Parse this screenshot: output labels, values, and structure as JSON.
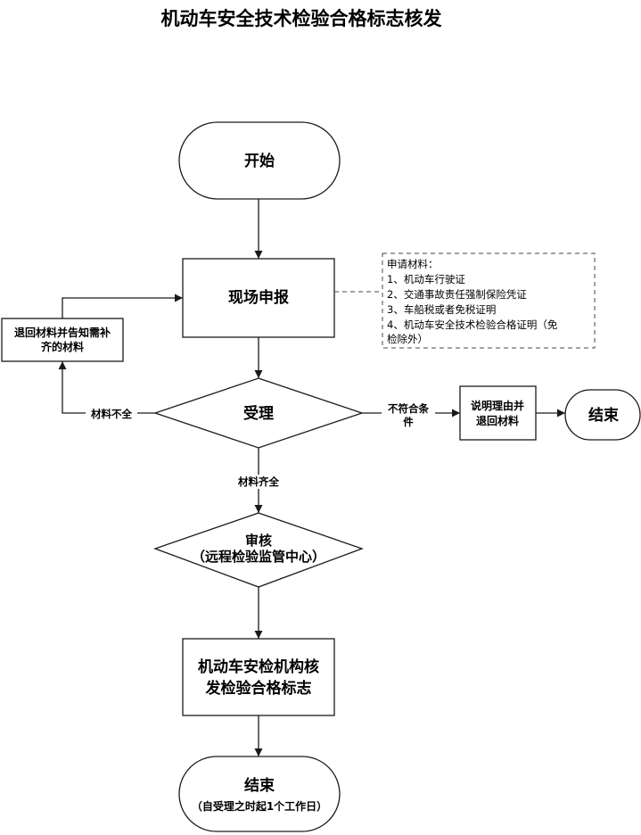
{
  "title": "机动车安全技术检验合格标志核发",
  "nodes": {
    "start": "开始",
    "onsite": "现场申报",
    "return_line1": "退回材料并告知需补",
    "return_line2": "齐的材料",
    "accept": "受理",
    "explain_line1": "说明理由并",
    "explain_line2": "退回材料",
    "end_right": "结束",
    "review_line1": "审核",
    "review_line2": "（远程检验监管中心）",
    "issue_line1": "机动车安检机构核",
    "issue_line2": "发检验合格标志",
    "end_bottom": "结束",
    "end_bottom_note": "（自受理之时起1个工作日）"
  },
  "edge_labels": {
    "incomplete": "材料不全",
    "not_qualified_line1": "不符合条",
    "not_qualified_line2": "件",
    "complete": "材料齐全"
  },
  "note": {
    "heading": "申请材料：",
    "items": [
      "1、机动车行驶证",
      "2、交通事故责任强制保险凭证",
      "3、车船税或者免税证明",
      "4、机动车安全技术检验合格证明（免"
    ],
    "item4_cont": "检除外）"
  }
}
